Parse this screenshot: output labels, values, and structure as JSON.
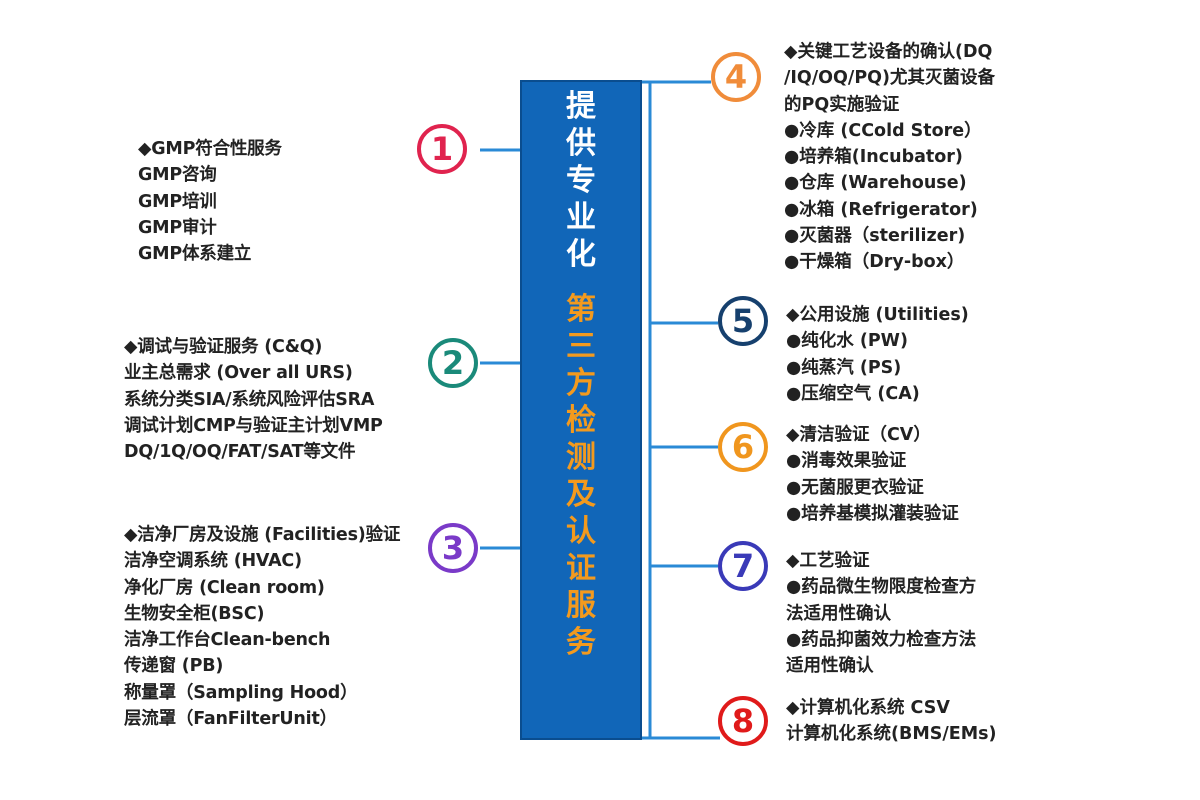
{
  "title": {
    "top": [
      "提",
      "供",
      "专",
      "业",
      "化"
    ],
    "bottom": [
      "第",
      "三",
      "方",
      "检",
      "测",
      "及",
      "认",
      "证",
      "服",
      "务"
    ]
  },
  "colors": {
    "box": "#1166b8",
    "line": "#2a8ad6",
    "title_top": "#ffffff",
    "title_bottom": "#f39a1e"
  },
  "sections": [
    {
      "num": "1",
      "color": "#e0234e",
      "lines": [
        "◆GMP符合性服务",
        "GMP咨询",
        "GMP培训",
        "GMP审计",
        "GMP体系建立"
      ]
    },
    {
      "num": "2",
      "color": "#1a8a7a",
      "lines": [
        "◆调试与验证服务 (C&Q)",
        "业主总需求 (Over all  URS)",
        "系统分类SIA/系统风险评估SRA",
        "调试计划CMP与验证主计划VMP",
        "DQ/1Q/OQ/FAT/SAT等文件"
      ]
    },
    {
      "num": "3",
      "color": "#7a3ac8",
      "lines": [
        "◆洁净厂房及设施 (Facilities)验证",
        "洁净空调系统 (HVAC)",
        "净化厂房 (Clean room)",
        "生物安全柜(BSC)",
        "洁净工作台Clean-bench",
        "传递窗 (PB)",
        "称量罩（Sampling Hood）",
        "层流罩（FanFilterUnit）"
      ]
    },
    {
      "num": "4",
      "color": "#f08c3a",
      "lines": [
        "◆关键工艺设备的确认(DQ",
        "/IQ/OQ/PQ)尤其灭菌设备",
        "的PQ实施验证",
        "●冷库 (CCold Store）",
        "●培养箱(Incubator)",
        "●仓库 (Warehouse)",
        "●冰箱 (Refrigerator)",
        "●灭菌器（sterilizer)",
        "●干燥箱（Dry-box）"
      ]
    },
    {
      "num": "5",
      "color": "#16406e",
      "lines": [
        "◆公用设施 (Utilities)",
        "●纯化水 (PW)",
        "●纯蒸汽 (PS)",
        "●压缩空气 (CA)"
      ]
    },
    {
      "num": "6",
      "color": "#f0961e",
      "lines": [
        "◆清洁验证（CV）",
        "●消毒效果验证",
        "●无菌服更衣验证",
        "●培养基模拟灌装验证"
      ]
    },
    {
      "num": "7",
      "color": "#3a3ab8",
      "lines": [
        "◆工艺验证",
        "●药品微生物限度检查方",
        "法适用性确认",
        "●药品抑菌效力检查方法",
        "适用性确认"
      ]
    },
    {
      "num": "8",
      "color": "#e01a1a",
      "lines": [
        "◆计算机化系统 CSV",
        " 计算机化系统(BMS/EMs)"
      ]
    }
  ]
}
